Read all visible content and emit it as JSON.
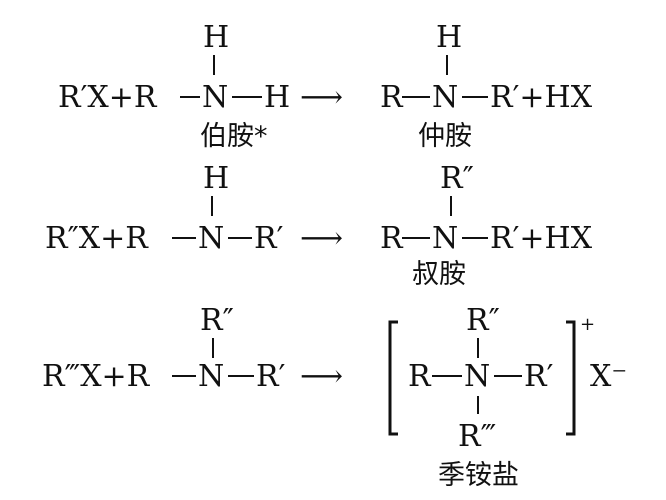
{
  "reactions": [
    {
      "reagent": "R′X+R",
      "amine_n": "N",
      "amine_top": "H",
      "amine_right": "H",
      "arrow": "⟶",
      "prod_left": "R",
      "prod_n": "N",
      "prod_top": "H",
      "prod_right": "R′+HX",
      "reactant_name": "伯胺*",
      "product_name": "仲胺"
    },
    {
      "reagent": "R″X+R",
      "amine_n": "N",
      "amine_top": "H",
      "amine_right": "R′",
      "arrow": "⟶",
      "prod_left": "R",
      "prod_n": "N",
      "prod_top": "R″",
      "prod_right": "R′+HX",
      "product_name": "叔胺"
    },
    {
      "reagent": "R‴X+R",
      "amine_n": "N",
      "amine_top": "R″",
      "amine_right": "R′",
      "arrow": "⟶",
      "prod_left": "R",
      "prod_n": "N",
      "prod_top": "R″",
      "prod_bottom": "R‴",
      "prod_right": "R′",
      "charge": "+",
      "counter_ion": "X⁻",
      "product_name": "季铵盐"
    }
  ]
}
